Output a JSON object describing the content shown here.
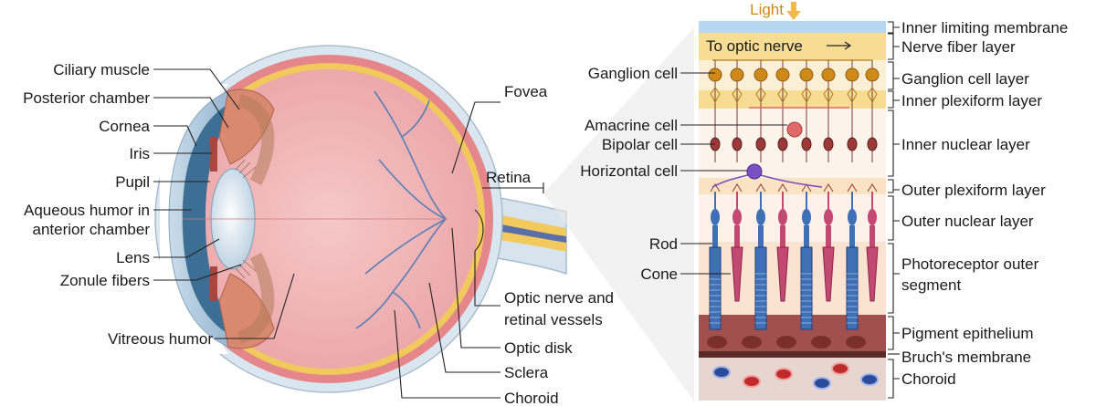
{
  "eye_labels": {
    "ciliary_muscle": "Ciliary muscle",
    "posterior_chamber": "Posterior chamber",
    "cornea": "Cornea",
    "iris": "Iris",
    "pupil": "Pupil",
    "aqueous_line1": "Aqueous humor in",
    "aqueous_line2": "anterior chamber",
    "lens": "Lens",
    "zonule_fibers": "Zonule fibers",
    "vitreous_humor": "Vitreous humor",
    "fovea": "Fovea",
    "retina": "Retina",
    "optic_nerve_line1": "Optic nerve and",
    "optic_nerve_line2": "retinal vessels",
    "optic_disk": "Optic disk",
    "sclera": "Sclera",
    "choroid": "Choroid"
  },
  "retina_detail": {
    "light": "Light",
    "to_optic_nerve": "To optic nerve",
    "cells": {
      "ganglion": "Ganglion cell",
      "amacrine": "Amacrine cell",
      "bipolar": "Bipolar cell",
      "horizontal": "Horizontal cell",
      "rod": "Rod",
      "cone": "Cone"
    },
    "layers": {
      "inner_limiting_membrane": "Inner limiting membrane",
      "nerve_fiber_layer": "Nerve fiber layer",
      "ganglion_cell_layer": "Ganglion cell layer",
      "inner_plexiform_layer": "Inner plexiform layer",
      "inner_nuclear_layer": "Inner nuclear layer",
      "outer_plexiform_layer": "Outer plexiform layer",
      "outer_nuclear_layer": "Outer nuclear layer",
      "photoreceptor_line1": "Photoreceptor outer",
      "photoreceptor_line2": "segment",
      "pigment_epithelium": "Pigment epithelium",
      "bruchs_membrane": "Bruch's membrane",
      "choroid": "Choroid"
    }
  },
  "colors": {
    "rod": "#3f6fb5",
    "cone": "#c24a72",
    "ganglion": "#d08a1a",
    "bipolar": "#9c3a3a",
    "amacrine": "#e06a6a",
    "horizontal": "#7b4fc4",
    "nerve_fiber": "#f7dc94",
    "inner_limiting": "#b7d7f0",
    "pigment": "#a0504e",
    "choroid_bg": "#e7d5d0"
  }
}
